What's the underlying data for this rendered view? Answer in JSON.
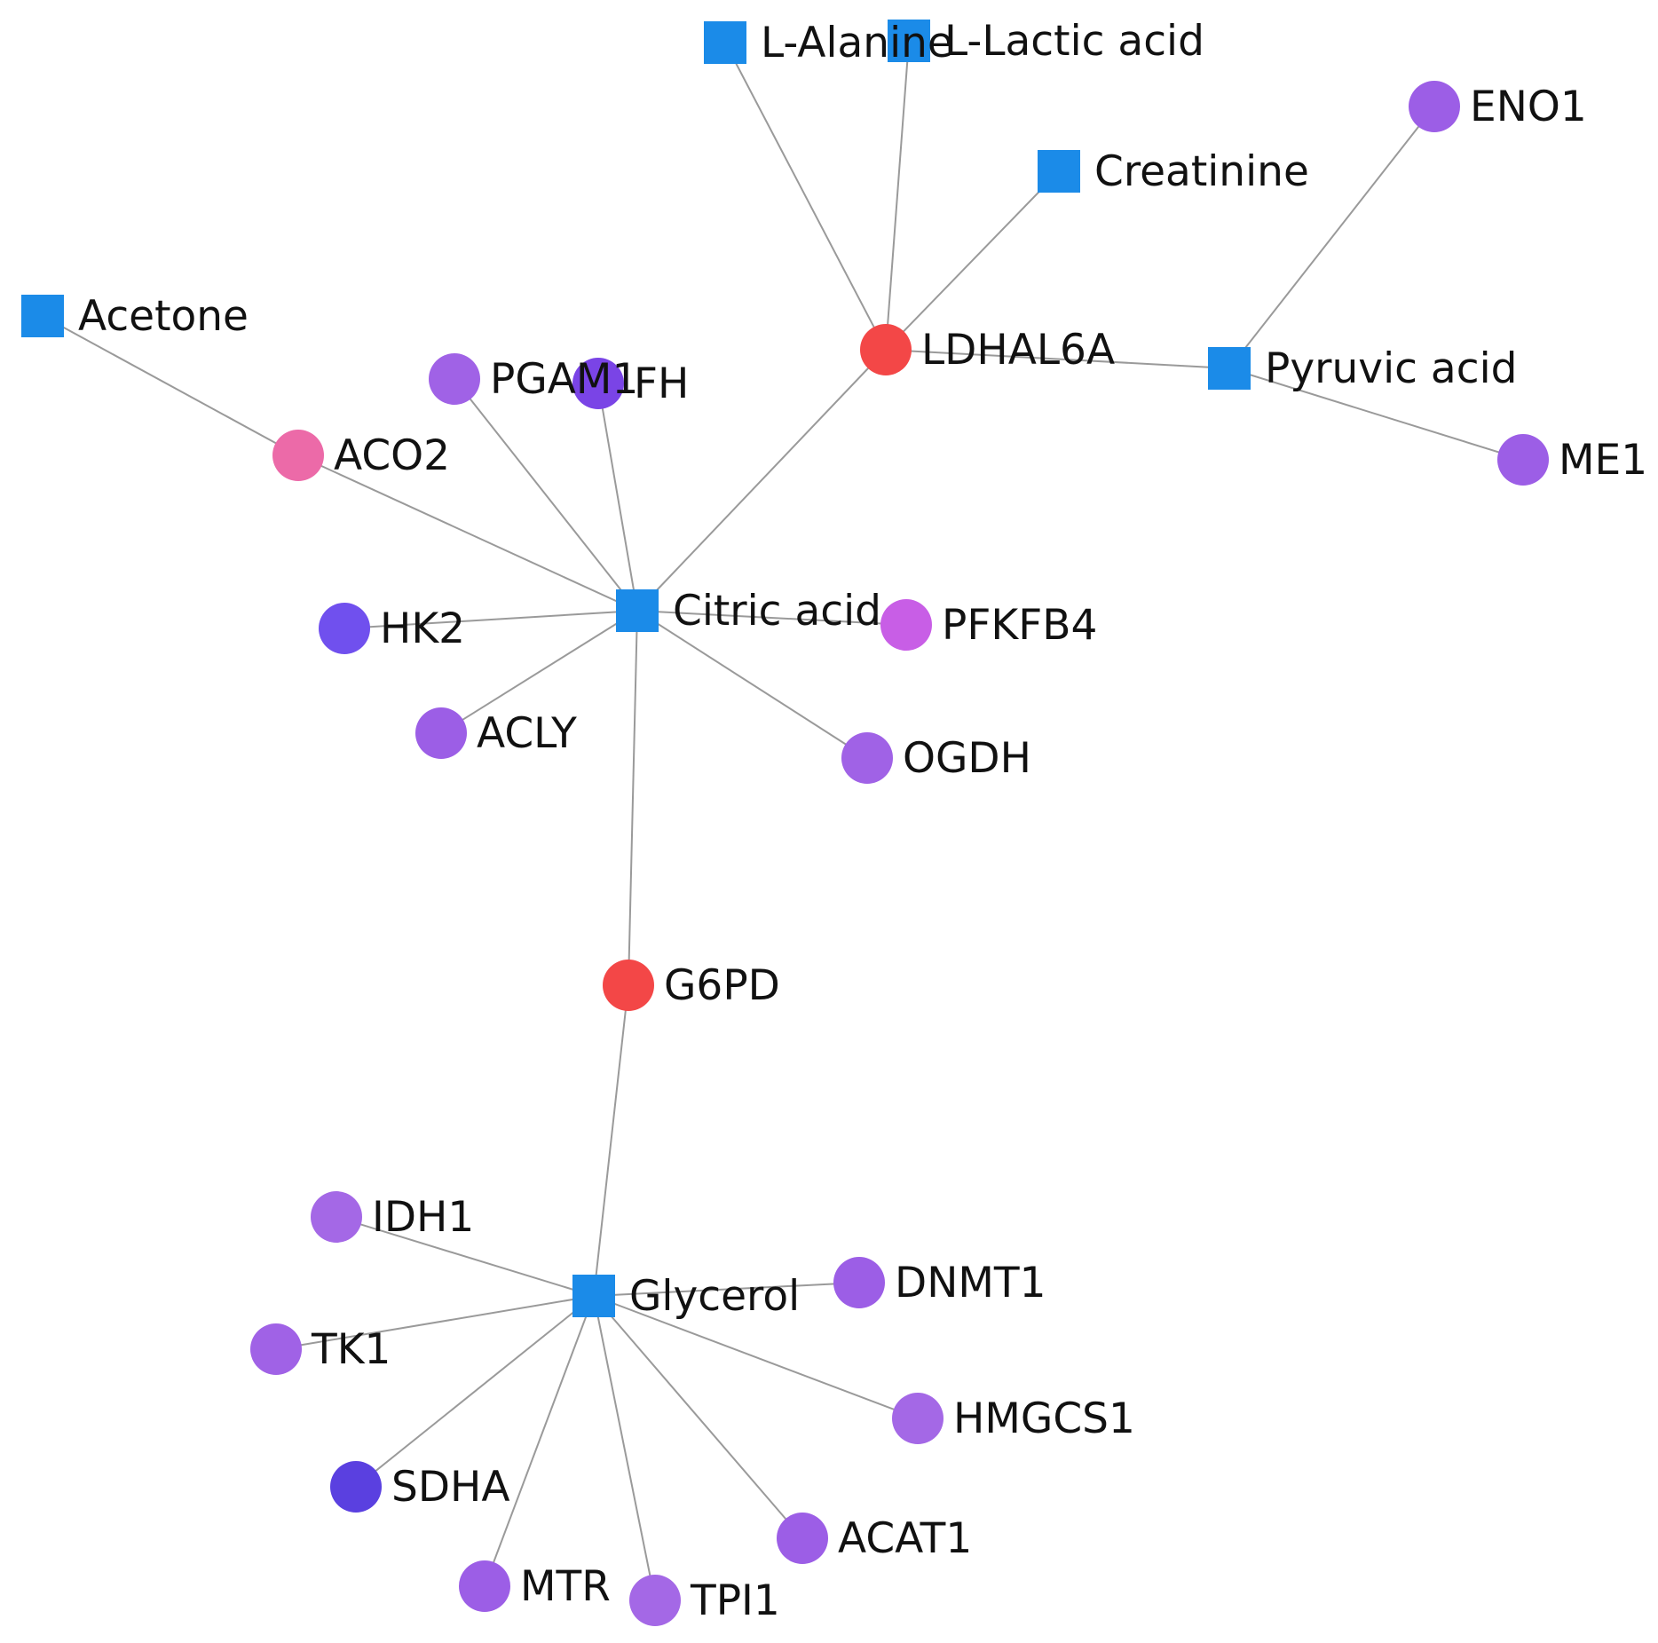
{
  "colors": {
    "metabolite": "#1b8be8",
    "edge": "#9a9a9a",
    "label": "#111111"
  },
  "nodes": [
    {
      "id": "l-alanine",
      "label": "L-Alanine",
      "type": "metabolite",
      "color": "#1b8be8"
    },
    {
      "id": "l-lactic-acid",
      "label": "L-Lactic acid",
      "type": "metabolite",
      "color": "#1b8be8"
    },
    {
      "id": "creatinine",
      "label": "Creatinine",
      "type": "metabolite",
      "color": "#1b8be8"
    },
    {
      "id": "eno1",
      "label": "ENO1",
      "type": "gene",
      "color": "#9c5ee6"
    },
    {
      "id": "acetone",
      "label": "Acetone",
      "type": "metabolite",
      "color": "#1b8be8"
    },
    {
      "id": "ldhal6a",
      "label": "LDHAL6A",
      "type": "gene",
      "color": "#f34747"
    },
    {
      "id": "pyruvic-acid",
      "label": "Pyruvic acid",
      "type": "metabolite",
      "color": "#1b8be8"
    },
    {
      "id": "pgam1",
      "label": "PGAM1",
      "type": "gene",
      "color": "#a062e6"
    },
    {
      "id": "fh",
      "label": "FH",
      "type": "gene",
      "color": "#7a44e6"
    },
    {
      "id": "aco2",
      "label": "ACO2",
      "type": "gene",
      "color": "#ec6aa8"
    },
    {
      "id": "me1",
      "label": "ME1",
      "type": "gene",
      "color": "#9c5ee6"
    },
    {
      "id": "citric-acid",
      "label": "Citric acid",
      "type": "metabolite",
      "color": "#1b8be8"
    },
    {
      "id": "hk2",
      "label": "HK2",
      "type": "gene",
      "color": "#7050ee"
    },
    {
      "id": "pfkfb4",
      "label": "PFKFB4",
      "type": "gene",
      "color": "#c85ee6"
    },
    {
      "id": "acly",
      "label": "ACLY",
      "type": "gene",
      "color": "#9c5ee6"
    },
    {
      "id": "ogdh",
      "label": "OGDH",
      "type": "gene",
      "color": "#a062e6"
    },
    {
      "id": "g6pd",
      "label": "G6PD",
      "type": "gene",
      "color": "#f34747"
    },
    {
      "id": "idh1",
      "label": "IDH1",
      "type": "gene",
      "color": "#a468e6"
    },
    {
      "id": "glycerol",
      "label": "Glycerol",
      "type": "metabolite",
      "color": "#1b8be8"
    },
    {
      "id": "dnmt1",
      "label": "DNMT1",
      "type": "gene",
      "color": "#9c5ee6"
    },
    {
      "id": "tk1",
      "label": "TK1",
      "type": "gene",
      "color": "#a062e6"
    },
    {
      "id": "hmgcs1",
      "label": "HMGCS1",
      "type": "gene",
      "color": "#a468e6"
    },
    {
      "id": "sdha",
      "label": "SDHA",
      "type": "gene",
      "color": "#5a40e0"
    },
    {
      "id": "acat1",
      "label": "ACAT1",
      "type": "gene",
      "color": "#9c5ee6"
    },
    {
      "id": "mtr",
      "label": "MTR",
      "type": "gene",
      "color": "#9c5ee6"
    },
    {
      "id": "tpi1",
      "label": "TPI1",
      "type": "gene",
      "color": "#a468e6"
    }
  ],
  "edges": [
    [
      "ldhal6a",
      "l-alanine"
    ],
    [
      "ldhal6a",
      "l-lactic-acid"
    ],
    [
      "ldhal6a",
      "creatinine"
    ],
    [
      "ldhal6a",
      "pyruvic-acid"
    ],
    [
      "ldhal6a",
      "citric-acid"
    ],
    [
      "pyruvic-acid",
      "eno1"
    ],
    [
      "pyruvic-acid",
      "me1"
    ],
    [
      "acetone",
      "aco2"
    ],
    [
      "aco2",
      "citric-acid"
    ],
    [
      "pgam1",
      "citric-acid"
    ],
    [
      "fh",
      "citric-acid"
    ],
    [
      "hk2",
      "citric-acid"
    ],
    [
      "pfkfb4",
      "citric-acid"
    ],
    [
      "acly",
      "citric-acid"
    ],
    [
      "ogdh",
      "citric-acid"
    ],
    [
      "citric-acid",
      "g6pd"
    ],
    [
      "g6pd",
      "glycerol"
    ],
    [
      "idh1",
      "glycerol"
    ],
    [
      "dnmt1",
      "glycerol"
    ],
    [
      "tk1",
      "glycerol"
    ],
    [
      "hmgcs1",
      "glycerol"
    ],
    [
      "sdha",
      "glycerol"
    ],
    [
      "acat1",
      "glycerol"
    ],
    [
      "mtr",
      "glycerol"
    ],
    [
      "tpi1",
      "glycerol"
    ]
  ]
}
